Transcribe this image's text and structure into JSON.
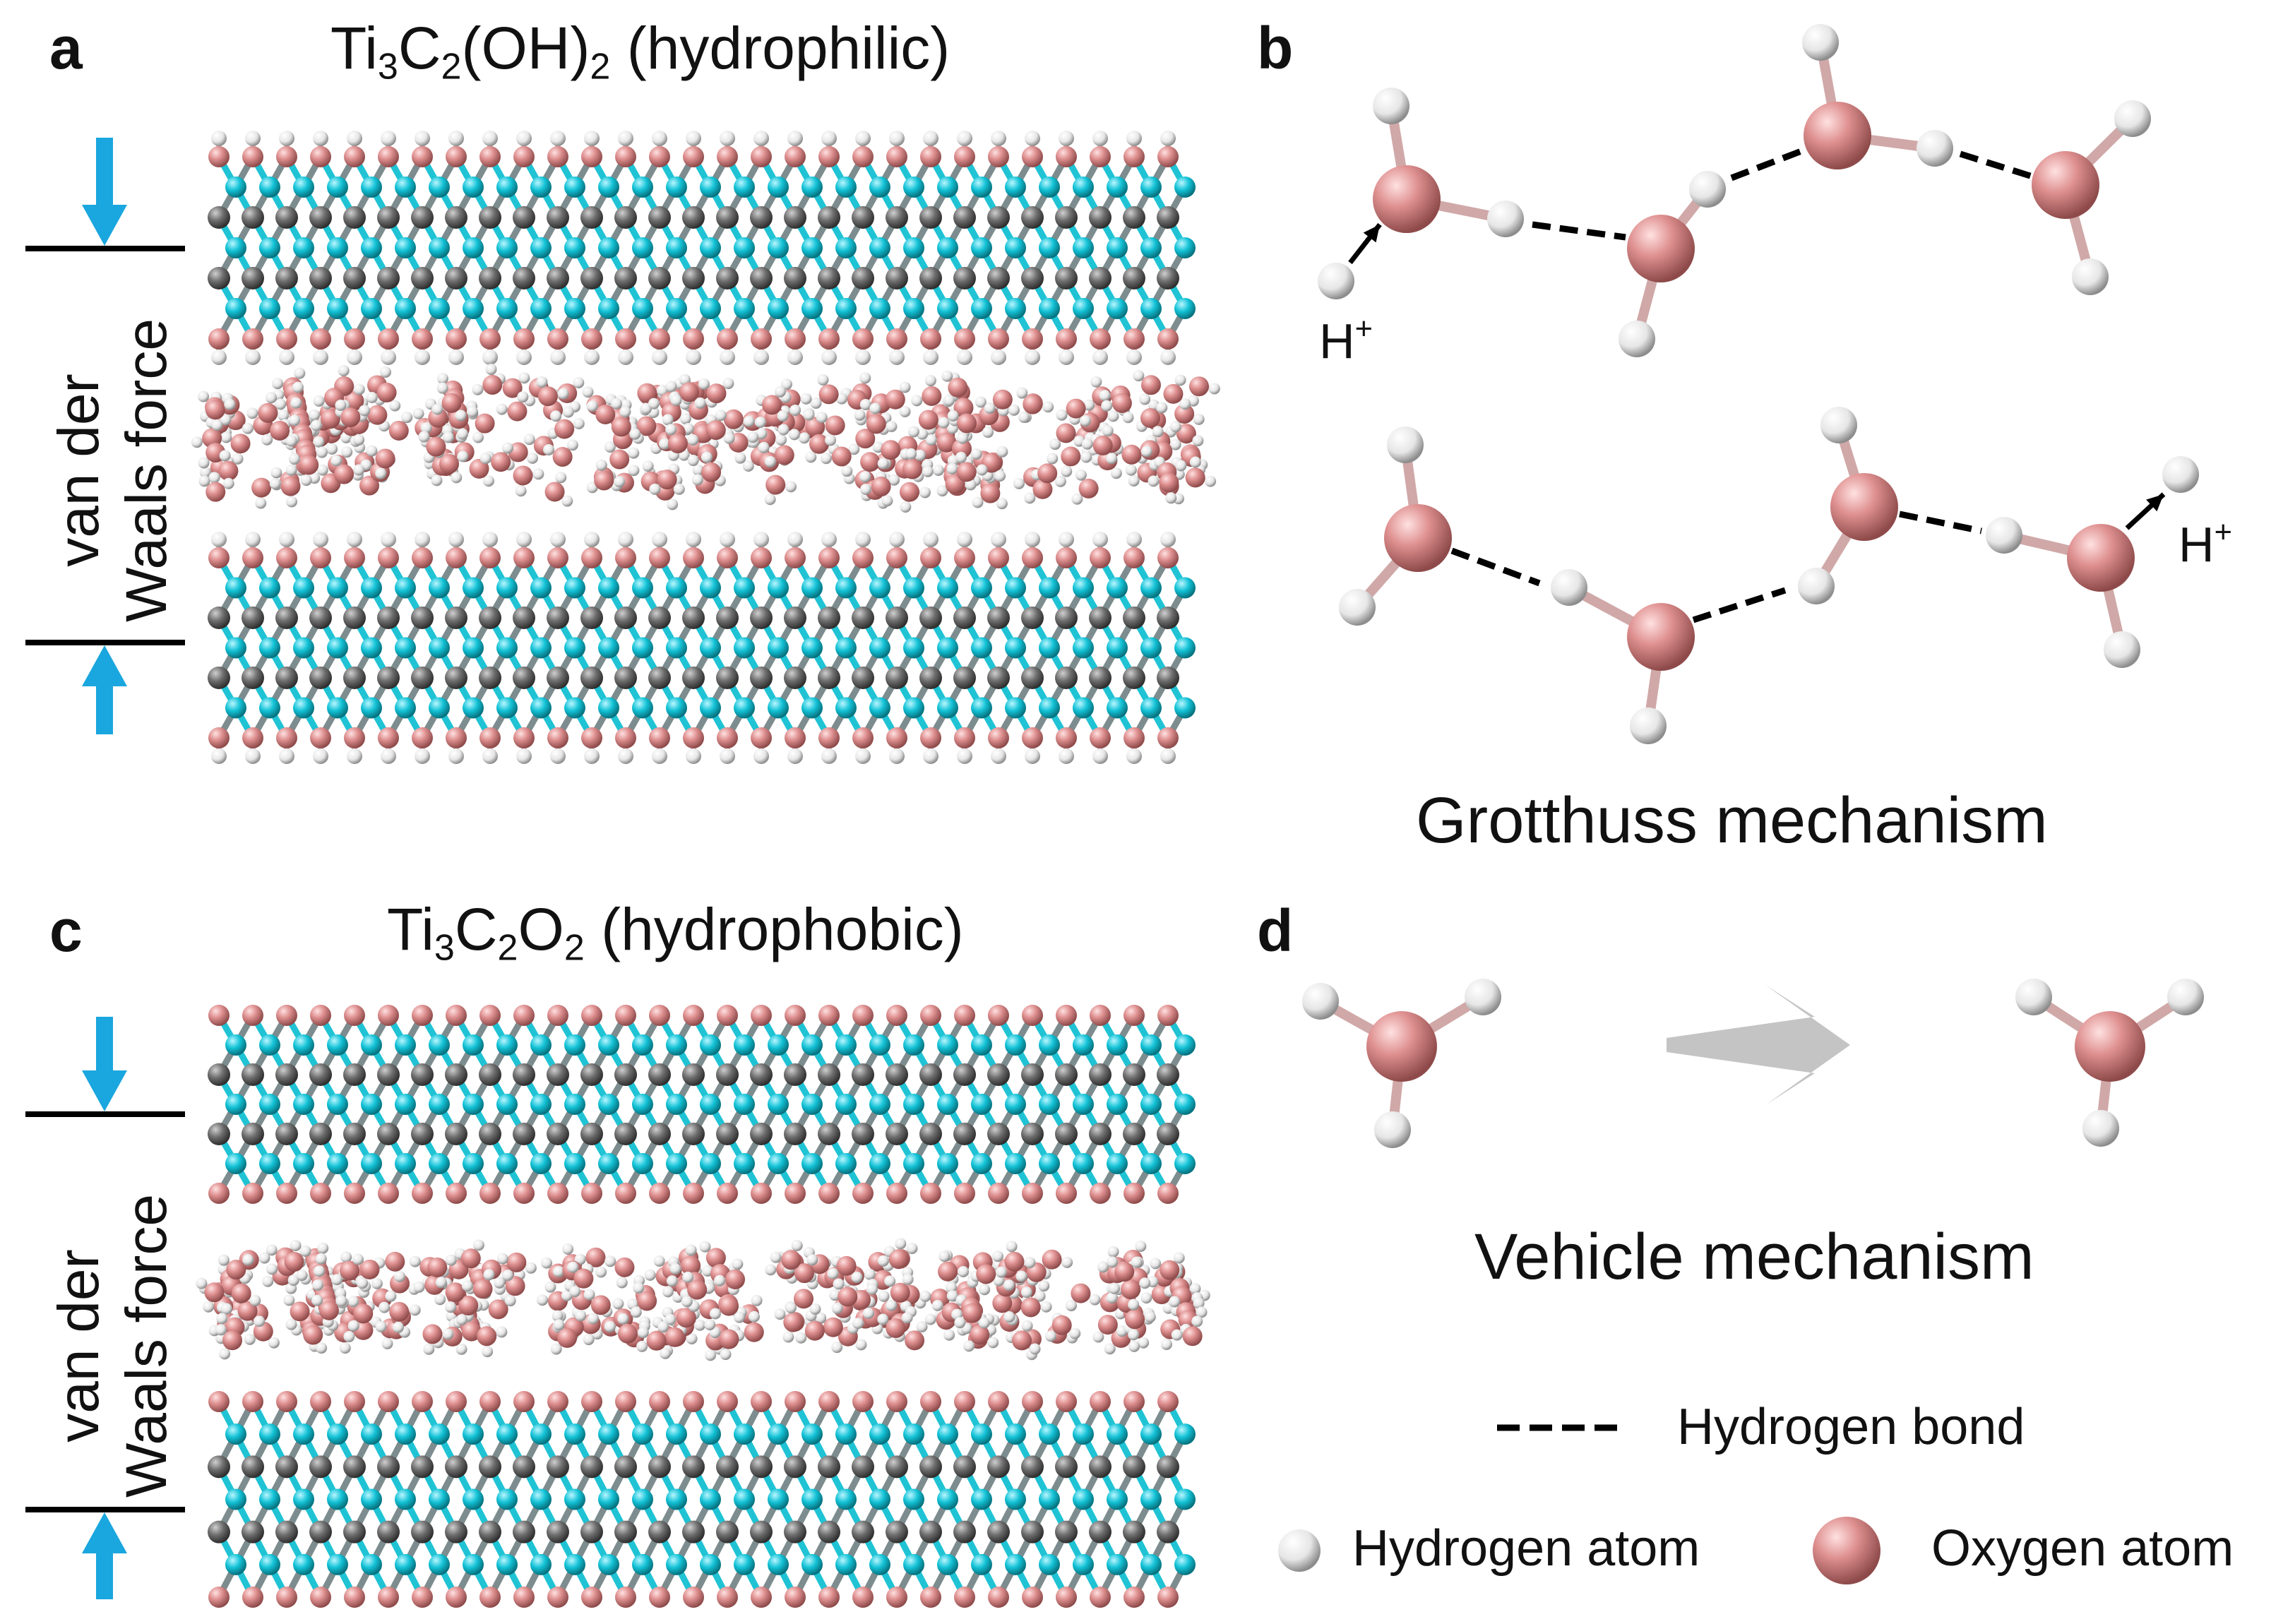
{
  "panels": {
    "a": {
      "letter": "a",
      "title_main": "Ti",
      "title_sub1": "3",
      "title_c": "C",
      "title_sub2": "2",
      "title_oh": "(OH)",
      "title_sub3": "2",
      "title_rest": " (hydrophilic)",
      "vdw_line1": "van der",
      "vdw_line2": "Waals force"
    },
    "b": {
      "letter": "b",
      "hplus_h": "H",
      "hplus_sup": "+",
      "mechanism": "Grotthuss mechanism"
    },
    "c": {
      "letter": "c",
      "title_main": "Ti",
      "title_sub1": "3",
      "title_c": "C",
      "title_sub2": "2",
      "title_o": "O",
      "title_sub3": "2",
      "title_rest": " (hydrophobic)",
      "vdw_line1": "van der",
      "vdw_line2": "Waals force"
    },
    "d": {
      "letter": "d",
      "mechanism": "Vehicle mechanism"
    }
  },
  "legend": {
    "hydrogen_bond": "Hydrogen bond",
    "hydrogen_atom": "Hydrogen atom",
    "oxygen_atom": "Oxygen atom"
  },
  "colors": {
    "titanium": "#1fc3d4",
    "carbon": "#6a6a6a",
    "oxygen": "#e09595",
    "hydrogen": "#f2f2f2",
    "arrow_blue": "#1aa6de",
    "arrow_gray": "#c4c4c4"
  }
}
